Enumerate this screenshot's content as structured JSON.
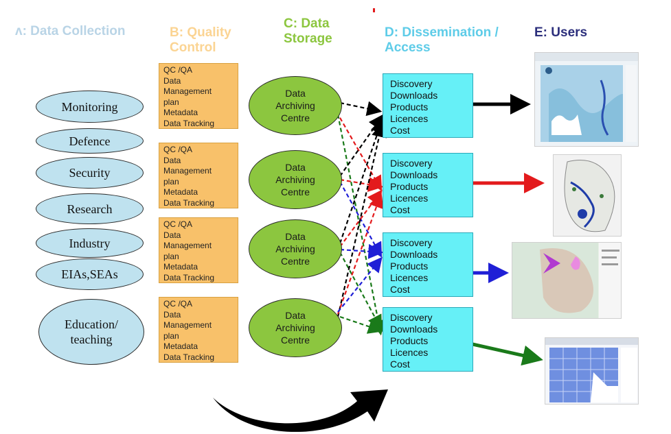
{
  "headers": {
    "a": "ᴧ: Data Collection",
    "b_line1": "B: Quality",
    "b_line2": "Control",
    "c_line1": "C: Data",
    "c_line2": "Storage",
    "d_line1": "D: Dissemination /",
    "d_line2": "Access",
    "e": "E: Users"
  },
  "sources": [
    "Monitoring",
    "Defence",
    "Security",
    "Research",
    "Industry",
    "EIAs,SEAs",
    "Education/",
    "teaching"
  ],
  "quality_control": {
    "lines": [
      "QC /QA",
      "Data",
      "Management",
      "plan",
      "Metadata",
      "Data Tracking"
    ]
  },
  "storage": {
    "lines": [
      "Data",
      "Archiving",
      "Centre"
    ]
  },
  "access": {
    "lines": [
      "Discovery",
      "Downloads",
      "Products",
      "Licences",
      "Cost"
    ]
  },
  "colors": {
    "source_fill": "#bfe2ef",
    "qc_fill": "#f8c16a",
    "storage_fill": "#8cc63f",
    "access_fill": "#66f0f7",
    "arrow_black": "#000000",
    "arrow_red": "#e31a1c",
    "arrow_blue": "#1f1fd6",
    "arrow_green": "#1a7a1a"
  },
  "user_thumbnails": [
    "map-screenshot-icon",
    "map-screenshot-icon",
    "map-screenshot-icon",
    "map-screenshot-icon"
  ]
}
